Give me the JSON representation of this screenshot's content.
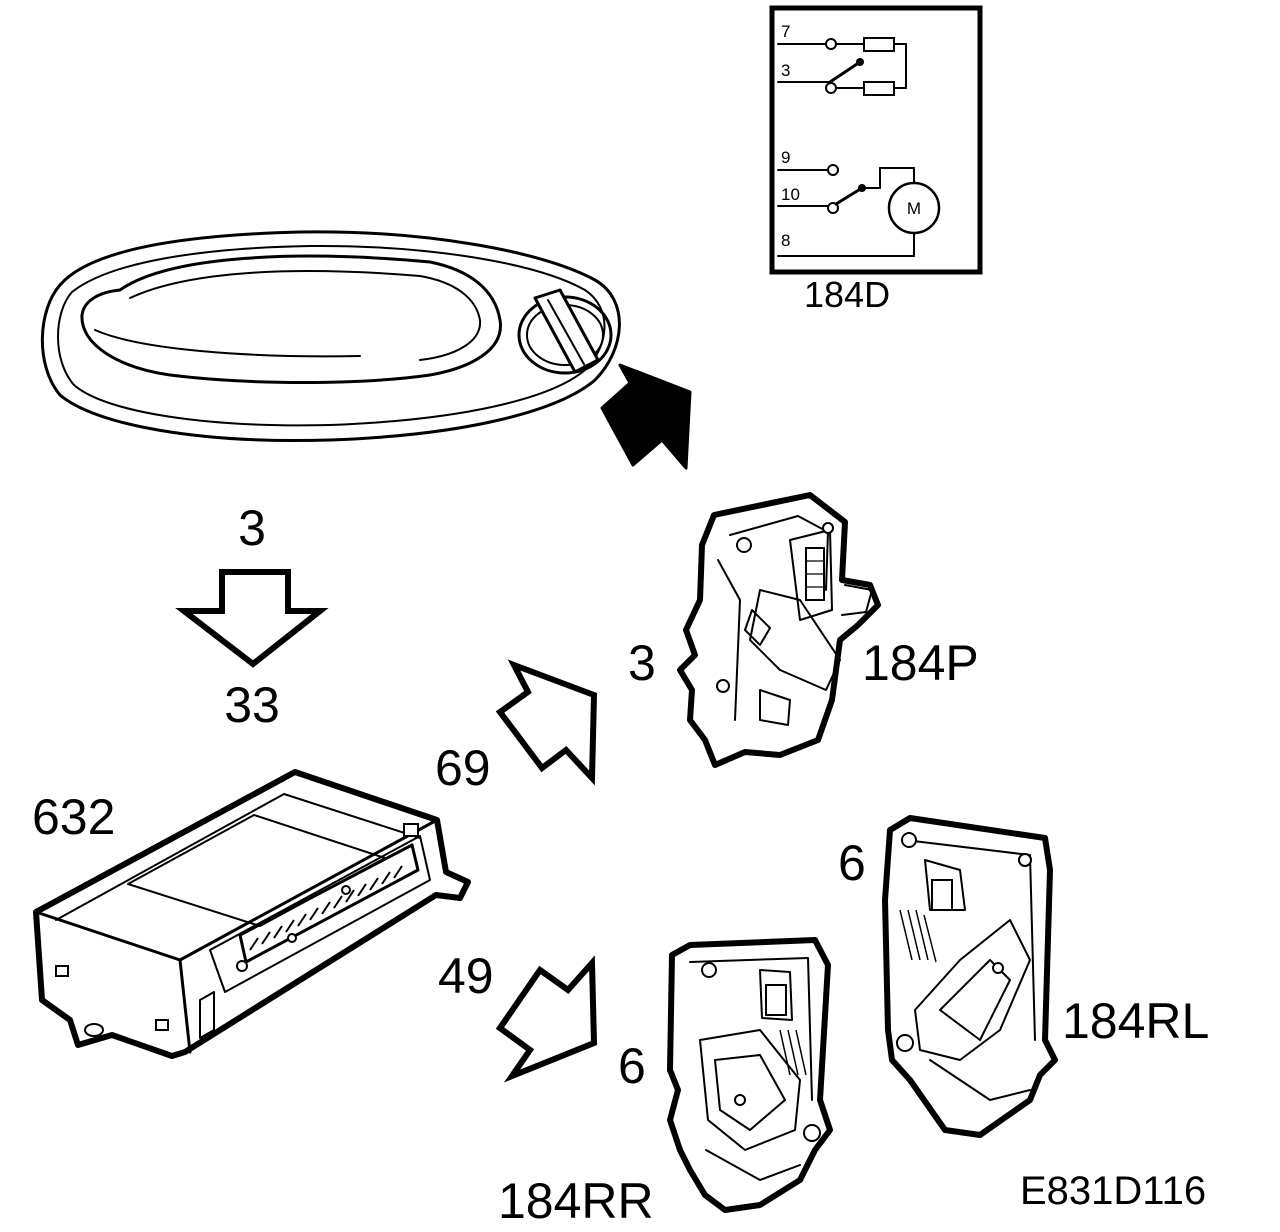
{
  "diagram": {
    "labels": {
      "switch_ref": "184D",
      "connector_3_top": "3",
      "connector_33": "33",
      "control_unit": "632",
      "connector_69": "69",
      "connector_49": "49",
      "lock_front_pin": "3",
      "lock_front": "184P",
      "lock_rl_pin": "6",
      "lock_rl": "184RL",
      "lock_rr_pin": "6",
      "lock_rr": "184RR",
      "figure_id": "E831D116"
    },
    "schematic_pins": [
      "7",
      "3",
      "9",
      "10",
      "8"
    ],
    "motor_symbol": "M"
  }
}
